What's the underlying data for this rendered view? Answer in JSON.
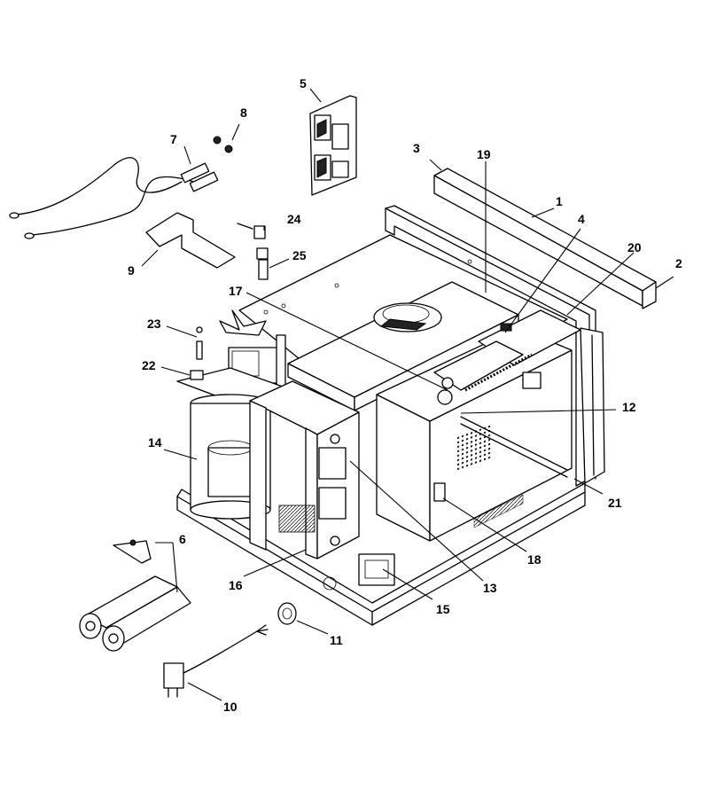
{
  "callouts": [
    {
      "id": "c1",
      "text": "1"
    },
    {
      "id": "c2",
      "text": "2"
    },
    {
      "id": "c3",
      "text": "3"
    },
    {
      "id": "c4",
      "text": "4"
    },
    {
      "id": "c5",
      "text": "5"
    },
    {
      "id": "c6",
      "text": "6"
    },
    {
      "id": "c7",
      "text": "7"
    },
    {
      "id": "c8",
      "text": "8"
    },
    {
      "id": "c9",
      "text": "9"
    },
    {
      "id": "c10",
      "text": "10"
    },
    {
      "id": "c11",
      "text": "11"
    },
    {
      "id": "c12",
      "text": "12"
    },
    {
      "id": "c13",
      "text": "13"
    },
    {
      "id": "c14",
      "text": "14"
    },
    {
      "id": "c15",
      "text": "15"
    },
    {
      "id": "c16",
      "text": "16"
    },
    {
      "id": "c17",
      "text": "17"
    },
    {
      "id": "c18",
      "text": "18"
    },
    {
      "id": "c19",
      "text": "19"
    },
    {
      "id": "c20",
      "text": "20"
    },
    {
      "id": "c21",
      "text": "21"
    },
    {
      "id": "c22",
      "text": "22"
    },
    {
      "id": "c23",
      "text": "23"
    },
    {
      "id": "c24",
      "text": "24"
    },
    {
      "id": "c25",
      "text": "25"
    }
  ]
}
